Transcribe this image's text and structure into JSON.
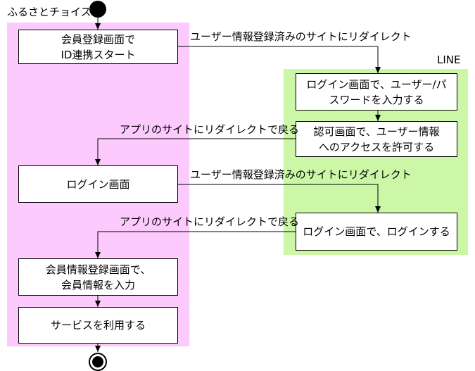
{
  "lanes": {
    "left": "ふるさとチョイス",
    "right": "LINE"
  },
  "nodes": {
    "n1": "会員登録画面で\nID連携スタート",
    "n2": "ログイン画面で、ユーザー/パ\nスワードを入力する",
    "n3": "認可画面で、ユーザー情報\nへのアクセスを許可する",
    "n4": "ログイン画面",
    "n5": "ログイン画面で、ログインする",
    "n6": "会員情報登録画面で、\n会員情報を入力",
    "n7": "サービスを利用する"
  },
  "edges": {
    "e1": "ユーザー情報登録済みのサイトにリダイレクト",
    "e2": "アプリのサイトにリダイレクトで戻る",
    "e3": "ユーザー情報登録済みのサイトにリダイレクト",
    "e4": "アプリのサイトにリダイレクトで戻る"
  }
}
